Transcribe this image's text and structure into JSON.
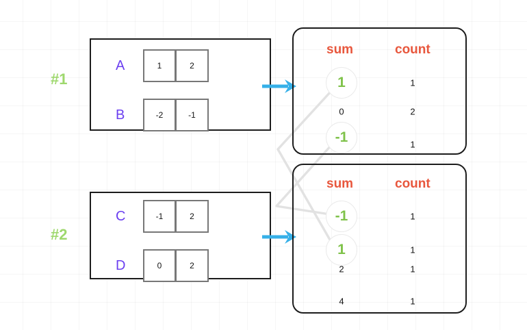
{
  "diagram": {
    "title": "sum-count aggregation diagram",
    "colors": {
      "group_border": "#1c1c1c",
      "cell_border": "#777777",
      "row_label": "#6b3ff0",
      "tag": "#9ed86d",
      "panel_header": "#e8573d",
      "highlight_value": "#7fc24a",
      "arrow": "#36b0e8",
      "connector": "#e0e0e0",
      "grid": "#f2f2f2"
    },
    "groups": [
      {
        "tag": "#1",
        "rows": [
          {
            "label": "A",
            "cells": [
              "1",
              "2"
            ]
          },
          {
            "label": "B",
            "cells": [
              "-2",
              "-1"
            ]
          }
        ]
      },
      {
        "tag": "#2",
        "rows": [
          {
            "label": "C",
            "cells": [
              "-1",
              "2"
            ]
          },
          {
            "label": "D",
            "cells": [
              "0",
              "2"
            ]
          }
        ]
      }
    ],
    "panels": [
      {
        "headers": {
          "sum": "sum",
          "count": "count"
        },
        "rows": [
          {
            "sum": "1",
            "count": "1",
            "highlight": true
          },
          {
            "sum": "0",
            "count": "2",
            "highlight": false
          },
          {
            "sum": "-1",
            "count": "1",
            "highlight": true
          }
        ]
      },
      {
        "headers": {
          "sum": "sum",
          "count": "count"
        },
        "rows": [
          {
            "sum": "-1",
            "count": "1",
            "highlight": true
          },
          {
            "sum": "1",
            "count": "1",
            "highlight": true
          },
          {
            "sum": "2",
            "count": "1",
            "highlight": false
          },
          {
            "sum": "4",
            "count": "1",
            "highlight": false
          }
        ]
      }
    ],
    "arrows": [
      {
        "name": "arrow-group1-to-panel1"
      },
      {
        "name": "arrow-group2-to-panel2"
      }
    ]
  }
}
